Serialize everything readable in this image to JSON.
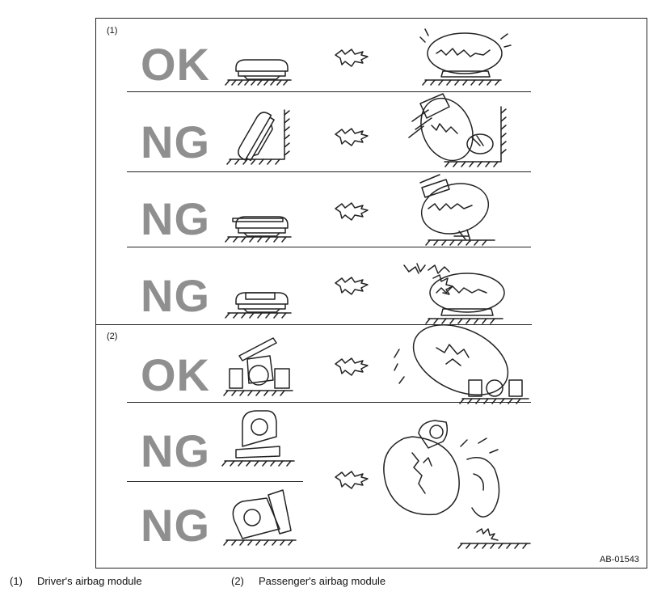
{
  "sections": [
    {
      "label": "(1)"
    },
    {
      "label": "(2)"
    }
  ],
  "rows": [
    {
      "verdict": "OK"
    },
    {
      "verdict": "NG"
    },
    {
      "verdict": "NG"
    },
    {
      "verdict": "NG"
    },
    {
      "verdict": "OK"
    },
    {
      "verdict": "NG"
    },
    {
      "verdict": "NG"
    }
  ],
  "figure_ref": "AB-01543",
  "legend": [
    {
      "num": "(1)",
      "text": "Driver's airbag module"
    },
    {
      "num": "(2)",
      "text": "Passenger's airbag module"
    }
  ]
}
